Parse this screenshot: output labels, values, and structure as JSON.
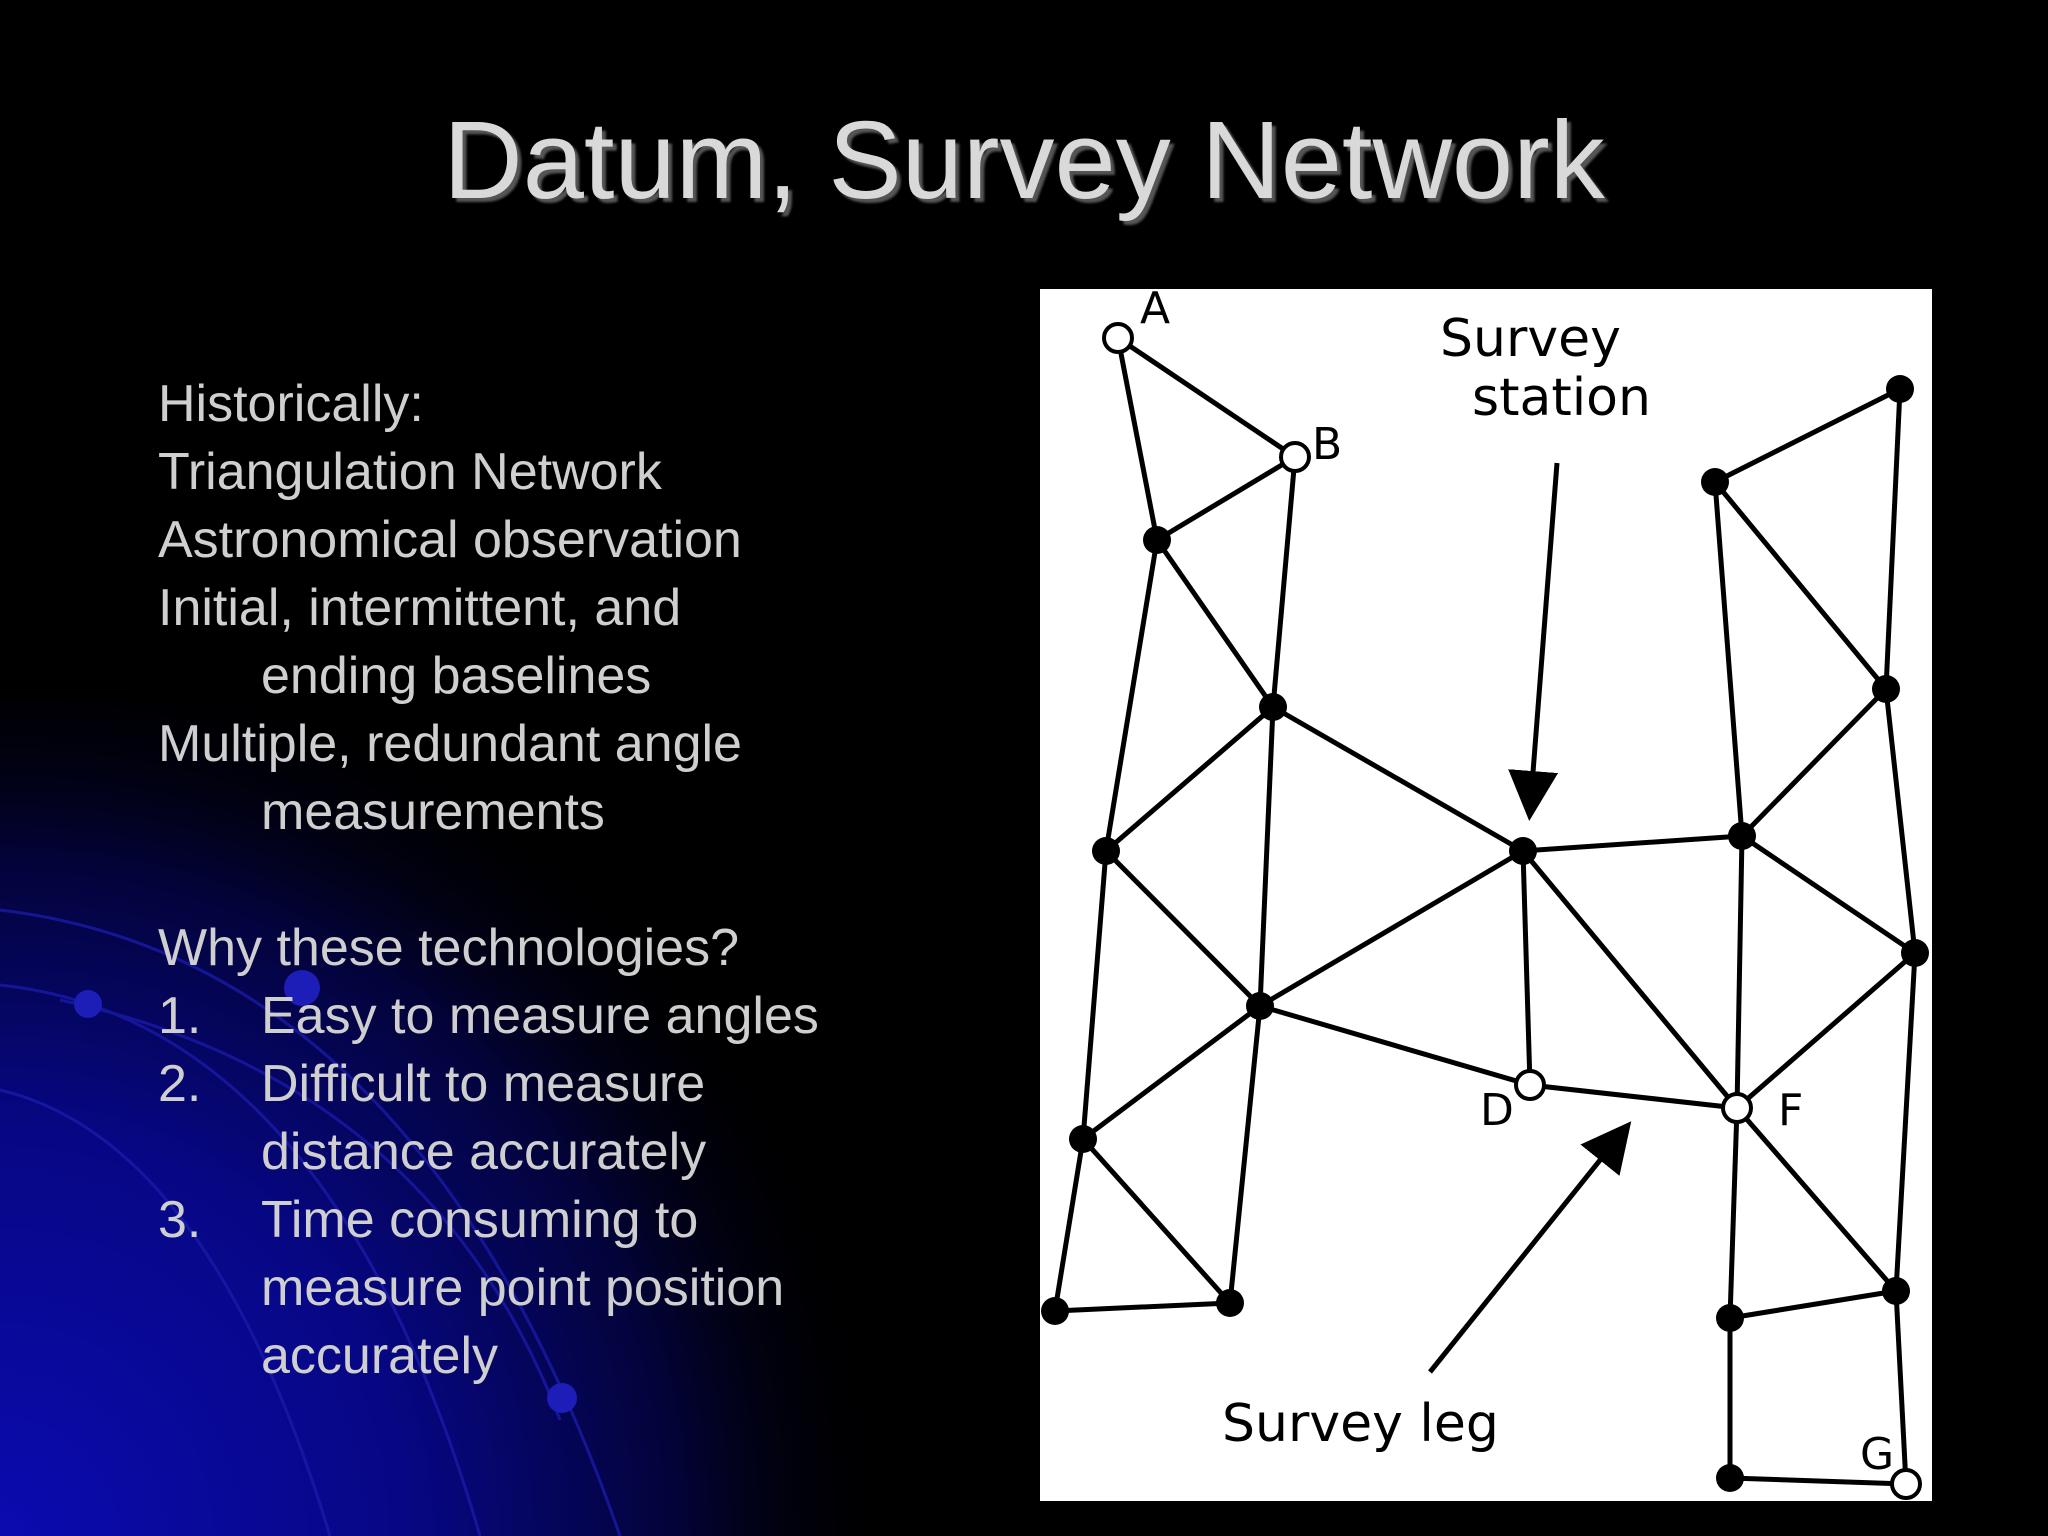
{
  "slide": {
    "title": "Datum, Survey Network"
  },
  "bullets": {
    "heading": "Historically:",
    "items": [
      "Triangulation Network",
      "Astronomical observation",
      "Initial, intermittent, and",
      "ending baselines",
      "Multiple, redundant angle",
      "measurements"
    ],
    "question": "Why these technologies?",
    "reasons": [
      {
        "num": "1.",
        "lines": [
          "Easy to measure angles"
        ]
      },
      {
        "num": "2.",
        "lines": [
          "Difficult to measure",
          "distance accurately"
        ]
      },
      {
        "num": "3.",
        "lines": [
          "Time consuming to",
          "measure point position",
          "accurately"
        ]
      }
    ]
  },
  "diagram": {
    "labels": {
      "station_line1": "Survey",
      "station_line2": "station",
      "leg": "Survey leg",
      "point_a": "A",
      "point_b": "B",
      "point_d": "D",
      "point_f": "F",
      "point_g": "G"
    }
  },
  "colors": {
    "background": "#000000",
    "glow": "#0a0a9a",
    "text": "#cfcfcf",
    "title": "#d9d9d9",
    "diagram_bg": "#ffffff",
    "diagram_ink": "#000000"
  }
}
